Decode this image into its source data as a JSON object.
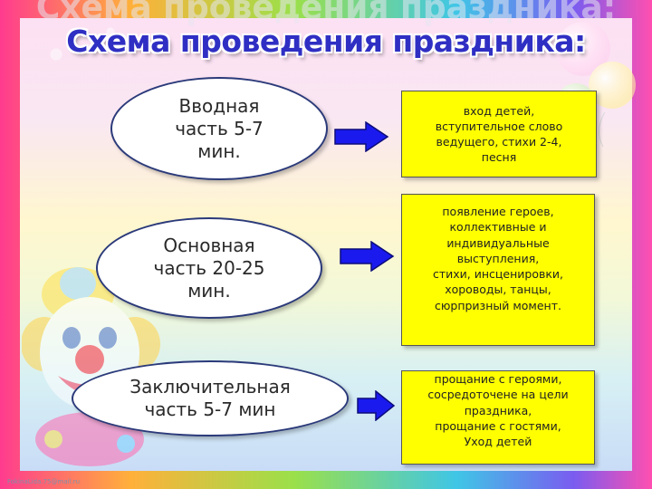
{
  "slide": {
    "ghost_title": "Схема проведения праздника:",
    "title": "Схема проведения праздника:",
    "watermark": "FokinaLida.75@mail.ru",
    "parts": [
      {
        "name": "Вводная\nчасть 5-7\nмин.",
        "content": "вход детей,\nвступительное слово\nведущего, стихи 2-4,\nпесня"
      },
      {
        "name": "Основная\nчасть 20-25\nмин.",
        "content": "появление героев,\nколлективные и\nиндивидуальные\nвыступления,\nстихи, инсценировки,\nхороводы, танцы,\nсюрпризный момент."
      },
      {
        "name": "Заключительная\nчасть 5-7 мин",
        "content": "прощание с героями,\nсосредоточене на цели\nпраздника,\nпрощание с гостями,\nУход детей"
      }
    ],
    "colors": {
      "title": "#2f2fc4",
      "arrow": "#1a1aee",
      "box_fill": "#ffff00",
      "oval_border": "#2b3a7a"
    }
  }
}
